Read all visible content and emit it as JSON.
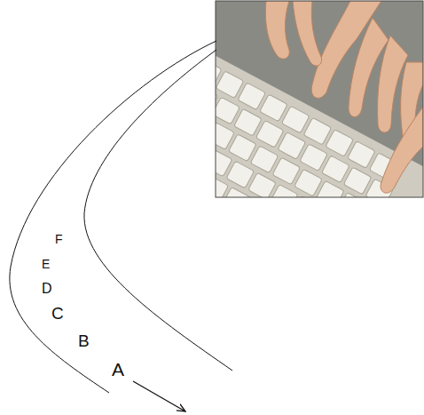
{
  "diagram": {
    "labels": [
      "F",
      "E",
      "D",
      "C",
      "B",
      "A"
    ]
  }
}
